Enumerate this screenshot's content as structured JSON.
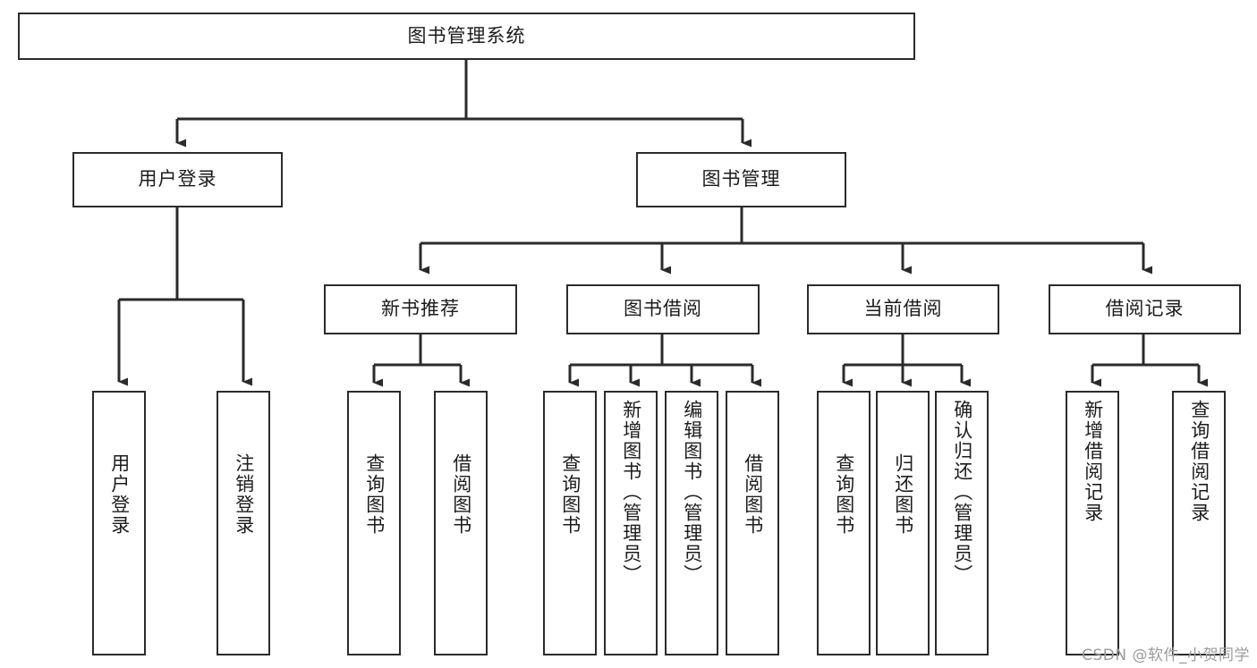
{
  "diagram": {
    "type": "tree-hierarchy",
    "title": "图书管理系统",
    "watermark": "CSDN @软件_小贺同学",
    "colors": {
      "border": "#2b2b2b",
      "background": "#ffffff",
      "text": "#1c1c1c",
      "watermark": "#9b9b9b"
    },
    "levels": {
      "root": "图书管理系统",
      "level2": [
        "用户登录",
        "图书管理"
      ],
      "level3": [
        "新书推荐",
        "图书借阅",
        "当前借阅",
        "借阅记录"
      ]
    },
    "nodes": {
      "root": {
        "label": "图书管理系统"
      },
      "user_login": {
        "label": "用户登录"
      },
      "book_mgmt": {
        "label": "图书管理"
      },
      "new_book_rec": {
        "label": "新书推荐"
      },
      "book_borrow": {
        "label": "图书借阅"
      },
      "current_borrow": {
        "label": "当前借阅"
      },
      "borrow_record": {
        "label": "借阅记录"
      },
      "leaf_user_login": {
        "label": "用户登录"
      },
      "leaf_user_logout": {
        "label": "注销登录"
      },
      "leaf_rec_query": {
        "label": "查询图书"
      },
      "leaf_rec_borrow": {
        "label": "借阅图书"
      },
      "leaf_bb_query": {
        "label": "查询图书"
      },
      "leaf_bb_add": {
        "label": "新增图书（管理员）"
      },
      "leaf_bb_edit": {
        "label": "编辑图书（管理员）"
      },
      "leaf_bb_borrow": {
        "label": "借阅图书"
      },
      "leaf_cb_query": {
        "label": "查询图书"
      },
      "leaf_cb_return": {
        "label": "归还图书"
      },
      "leaf_cb_confirm": {
        "label": "确认归还（管理员）"
      },
      "leaf_br_add": {
        "label": "新增借阅记录"
      },
      "leaf_br_query": {
        "label": "查询借阅记录"
      }
    },
    "edges": [
      {
        "from": "root",
        "to": "user_login"
      },
      {
        "from": "root",
        "to": "book_mgmt"
      },
      {
        "from": "user_login",
        "to": "leaf_user_login"
      },
      {
        "from": "user_login",
        "to": "leaf_user_logout"
      },
      {
        "from": "book_mgmt",
        "to": "new_book_rec"
      },
      {
        "from": "book_mgmt",
        "to": "book_borrow"
      },
      {
        "from": "book_mgmt",
        "to": "current_borrow"
      },
      {
        "from": "book_mgmt",
        "to": "borrow_record"
      },
      {
        "from": "new_book_rec",
        "to": "leaf_rec_query"
      },
      {
        "from": "new_book_rec",
        "to": "leaf_rec_borrow"
      },
      {
        "from": "book_borrow",
        "to": "leaf_bb_query"
      },
      {
        "from": "book_borrow",
        "to": "leaf_bb_add"
      },
      {
        "from": "book_borrow",
        "to": "leaf_bb_edit"
      },
      {
        "from": "book_borrow",
        "to": "leaf_bb_borrow"
      },
      {
        "from": "current_borrow",
        "to": "leaf_cb_query"
      },
      {
        "from": "current_borrow",
        "to": "leaf_cb_return"
      },
      {
        "from": "current_borrow",
        "to": "leaf_cb_confirm"
      },
      {
        "from": "borrow_record",
        "to": "leaf_br_add"
      },
      {
        "from": "borrow_record",
        "to": "leaf_br_query"
      }
    ]
  }
}
